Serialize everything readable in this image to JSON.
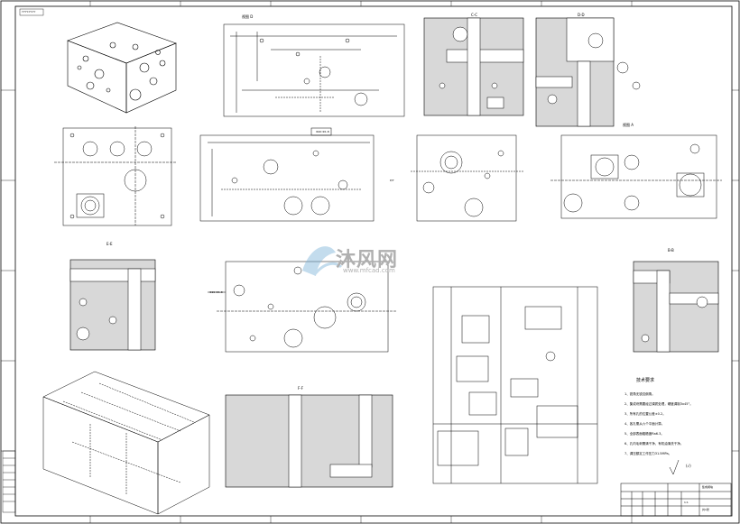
{
  "drawing": {
    "corner_code": "YYYY.YY.YY",
    "section_labels": {
      "a": "视图 D",
      "b": "C-C",
      "c": "D-D",
      "d": "视图 A",
      "e": "E-E",
      "f": "B-B",
      "g": "F-F"
    },
    "dim_labels": {
      "v1": "Ф20 Ф1.8",
      "v2": "Ф20 Ф1.8",
      "v3": "P/T"
    }
  },
  "watermark": {
    "text": "沐风网",
    "url": "www.mfcad.com"
  },
  "notes": {
    "title": "技术要求",
    "items": [
      "1、锐角无锐边倒角。",
      "2、集成块需要经过调质处理，硬度调制3x45°。",
      "3、所有孔的位置公差±0.2。",
      "4、各孔需从六个平面计算。",
      "5、全部表面粗糙度Ra6.3。",
      "6、孔内毛刺需清干净，有机油清洗干净。",
      "7、调压额定工作压力31.5MPa。"
    ],
    "roughness": "(√)"
  },
  "title_block": {
    "name": "集成阀块",
    "scale": "1:1",
    "sheet": "共1张"
  }
}
